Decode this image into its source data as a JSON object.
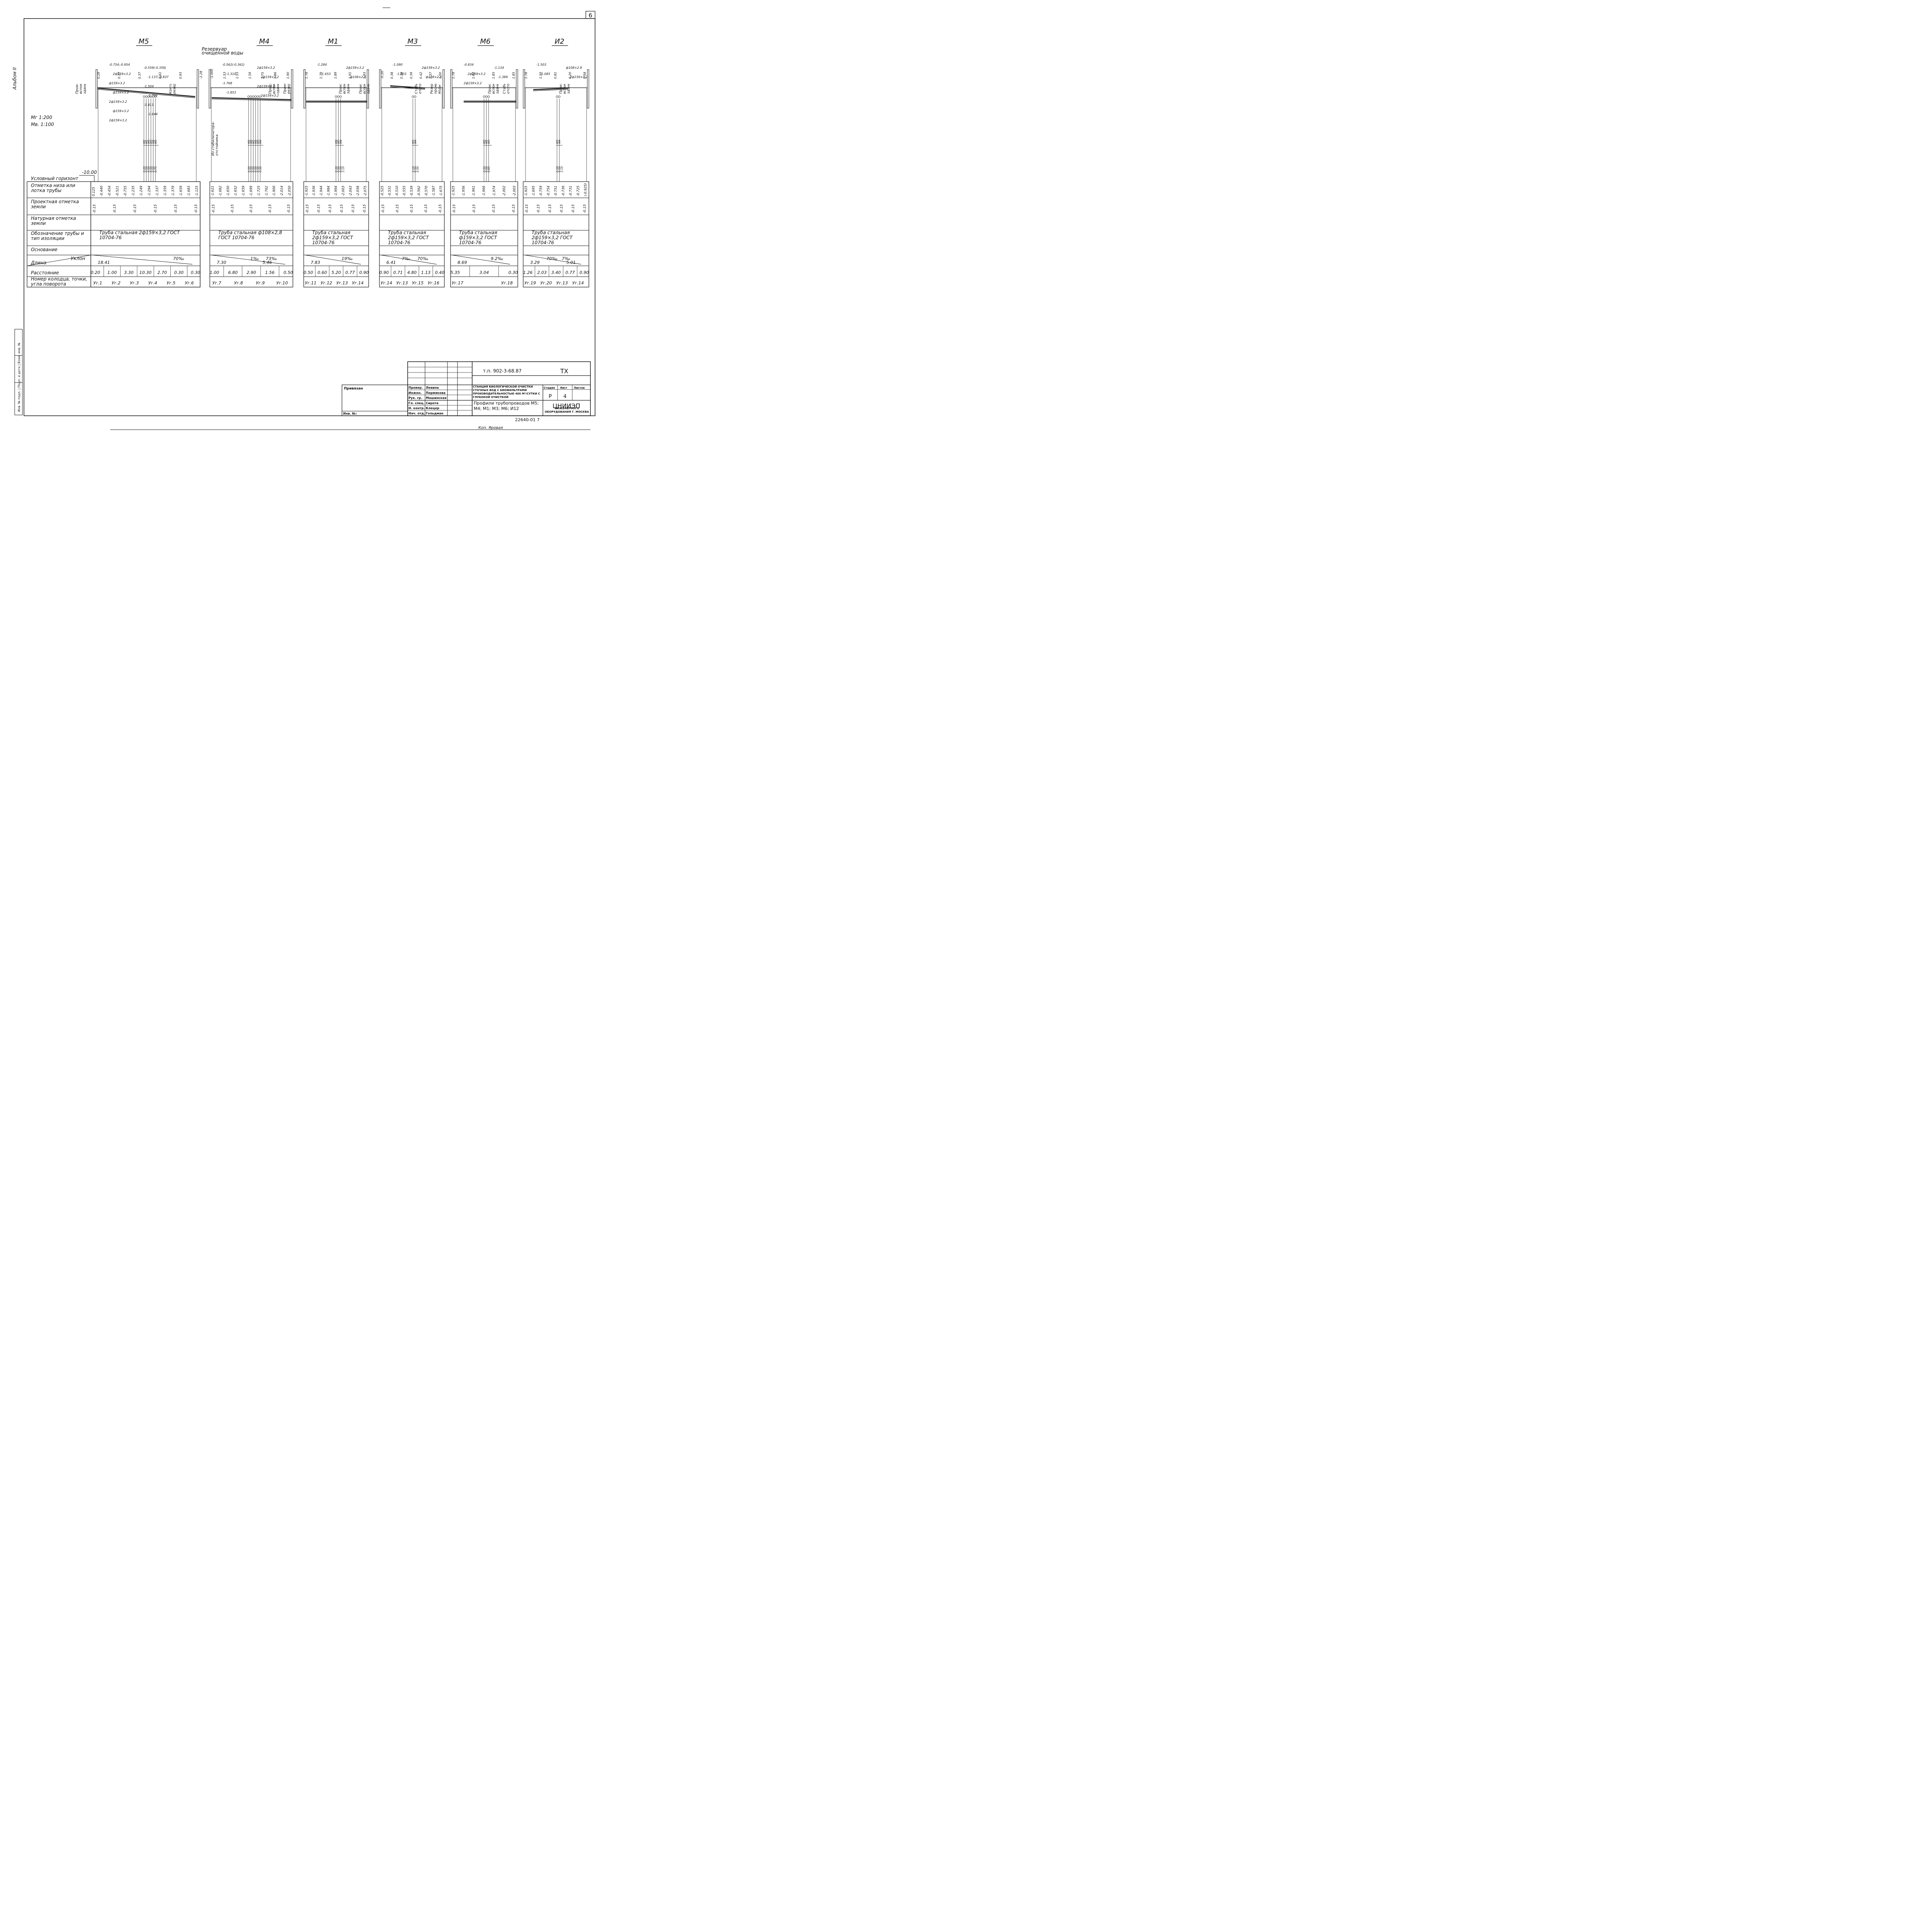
{
  "sheet_number": "6",
  "album_label": "Альбом II",
  "scale": {
    "horizontal": "Мг 1:200",
    "vertical": "Мв. 1:100"
  },
  "datum": {
    "label": "Условный горизонт",
    "value": "-10.00"
  },
  "row_labels": [
    "Отметка низа или лотка трубы",
    "Проектная отметка земли",
    "Натурная отметка земли",
    "Обозначение трубы и тип изоляции",
    "Основание",
    "Длина",
    "Уклон",
    "Расстояние",
    "Номер колодца, точки, угла поворота"
  ],
  "profiles": [
    {
      "id": "M5",
      "title": "М5",
      "buildings": [
        "Производственно-вспомогательное здание",
        "Контактные резервуары"
      ],
      "top_elev": [
        "0.29",
        "0.37",
        "0.37",
        "0.61",
        "0.93",
        "-1.28"
      ],
      "notes": [
        "-0.754;-0.954",
        "-0.559(-0.359)",
        "2ф159×3.2",
        "-1.137;-0.837",
        "ф159×3.2",
        "-1.504",
        "ф159×3.2",
        "-1.766",
        "2ф159×3.2",
        "-1.811",
        "ф159×3.2",
        "-1.844",
        "2ф159×3.2"
      ],
      "pipe_tags": [
        "М2",
        "М1",
        "М5",
        "М3",
        "М9",
        "М5"
      ],
      "depth": [
        "0.20",
        "0.50",
        "0.50",
        "0.50",
        "0.50",
        "0.75"
      ],
      "invert": [
        "0.125",
        "-0.440",
        "-0.454",
        "-0.521",
        "-0.755",
        "-1.235",
        "-1.249",
        "-1.294",
        "-1.337",
        "-1.359",
        "-1.379",
        "-1.659",
        "-1.683",
        "-1.125"
      ],
      "ground": [
        "-0.15",
        "-0.15",
        "-0.15",
        "-0.15",
        "-0.15",
        "-0.15"
      ],
      "pipe": "Труба стальная 2ф159×3,2 ГОСТ 10704-76",
      "lengths": [
        "18.41"
      ],
      "slopes": [
        "70‰"
      ],
      "distances": [
        "0.20",
        "1.00",
        "3.30",
        "10.30",
        "2.70",
        "0.30",
        "0.30"
      ],
      "nodes": [
        "Уг.1",
        "Уг.2",
        "Уг.3",
        "Уг.4",
        "Уг.5",
        "Уг.6"
      ]
    },
    {
      "id": "M4",
      "title": "М4",
      "buildings": [
        "Резервуар очищенной воды",
        "Из стабилизатора-отстойника",
        "Производственно-вспомогательное здание"
      ],
      "top_elev": [
        "-1.000",
        "1.53",
        "1.53",
        "1.59",
        "1.75",
        "1.86",
        "1.90"
      ],
      "notes": [
        "-0.562(-0.362)",
        "2ф159×3.2",
        "-1.310",
        "2ф159×3.2",
        "-1.768",
        "2ф159×3.2",
        "-1.853",
        "2ф159×3.2"
      ],
      "pipe_tags": [
        "М2",
        "М6",
        "М1",
        "М3",
        "М5",
        "М4"
      ],
      "depth": [
        "0.20",
        "0.50",
        "0.50",
        "0.50",
        "0.50",
        "0.50"
      ],
      "invert": [
        "-1.621",
        "-1.682",
        "-1.650",
        "-1.652",
        "-1.659",
        "-1.699",
        "-1.725",
        "-1.762",
        "-1.900",
        "-2.014",
        "-2.050"
      ],
      "ground": [
        "-0.15",
        "-0.15",
        "-0.15",
        "-0.15",
        "-0.15"
      ],
      "pipe": "Труба стальная ф108×2,8 ГОСТ 10704-76",
      "lengths": [
        "7.30",
        "5.46"
      ],
      "slopes": [
        "1‰",
        "73‰"
      ],
      "distances": [
        "1.00",
        "6.80",
        "2.90",
        "1.56",
        "0.50"
      ],
      "nodes": [
        "Уг.7",
        "Уг.8",
        "Уг.9",
        "Уг.10"
      ]
    },
    {
      "id": "M1",
      "title": "М1",
      "buildings": [
        "Приемный резервуар",
        "Производственно-вспомогательное здание"
      ],
      "top_elev": [
        "1.78",
        "1.79",
        "1.89",
        "1.91",
        "1.93"
      ],
      "notes": [
        "-1.284",
        "2ф159×3.2",
        "-1.653",
        "ф108×2.8"
      ],
      "pipe_tags": [
        "М9",
        "М5",
        "М4"
      ],
      "depth": [
        "0.50",
        "0.50",
        "0.50",
        "2.10"
      ],
      "invert": [
        "-1.925",
        "-1.936",
        "-1.944",
        "-1.984",
        "-1.994",
        "-2.003",
        "-2.043",
        "-2.058",
        "-2.075"
      ],
      "ground": [
        "-0.15",
        "-0.15",
        "-0.15",
        "-0.15",
        "-0.15",
        "-0.15"
      ],
      "pipe": "Труба стальная 2ф159×3,2 ГОСТ 10704-76",
      "lengths": [
        "7.83"
      ],
      "slopes": [
        "19‰"
      ],
      "distances": [
        "0.50",
        "0.60",
        "5.20",
        "0.77",
        "0.90"
      ],
      "nodes": [
        "Уг.11",
        "Уг.12",
        "Уг.13",
        "Уг.14"
      ]
    },
    {
      "id": "M3",
      "title": "М3",
      "buildings": [
        "Производственно-вспомогательное здание",
        "Стабилизатор-отстойник"
      ],
      "top_elev": [
        "-0.20",
        "0.38",
        "0.38",
        "0.39",
        "0.42",
        "1.37",
        "1.50"
      ],
      "notes": [
        "-1.090",
        "2ф159×3.2",
        "-1.503",
        "ф108×2.8"
      ],
      "pipe_tags": [
        "М5",
        "М4"
      ],
      "depth": [
        "2.10",
        "0.50",
        "0.50"
      ],
      "invert": [
        "-0.525",
        "-0.531",
        "-0.510",
        "-0.555",
        "-0.539",
        "-0.562",
        "-0.570",
        "-1.587",
        "-1.675"
      ],
      "ground": [
        "-0.15",
        "-0.15",
        "-0.15",
        "-0.15",
        "-0.15"
      ],
      "pipe": "Труба стальная 2ф159×3,2 ГОСТ 10704-76",
      "lengths": [
        "6.41"
      ],
      "slopes": [
        "7‰",
        "70‰"
      ],
      "distances": [
        "0.90",
        "0.71",
        "4.80",
        "1.13",
        "0.40"
      ],
      "nodes": [
        "Уг.14",
        "Уг.13",
        "Уг.15",
        "Уг.16"
      ]
    },
    {
      "id": "M6",
      "title": "М6",
      "buildings": [
        "Резервуар промывной воды",
        "Производственно-вспомогательное здание"
      ],
      "top_elev": [
        "1.78",
        "1.82",
        "1.85",
        "1.85"
      ],
      "notes": [
        "-0.834",
        "-1.134",
        "2ф159×3.2",
        "-1.389",
        "2ф159×3.2"
      ],
      "pipe_tags": [
        "М2",
        "М5",
        "М3"
      ],
      "depth": [
        "0.50",
        "0.50",
        "0.85"
      ],
      "invert": [
        "-1.925",
        "-1.956",
        "-1.961",
        "-1.966",
        "-1.974",
        "-2.002",
        "-2.003"
      ],
      "ground": [
        "-0.15",
        "-0.15",
        "-0.15",
        "-0.15"
      ],
      "pipe": "Труба стальная ф159×3,2 ГОСТ 10704-76",
      "lengths": [
        "8.69"
      ],
      "slopes": [
        "9.2‰"
      ],
      "distances": [
        "5.35",
        "3.04",
        "0.30"
      ],
      "nodes": [
        "Уг.17",
        "Уг.18"
      ]
    },
    {
      "id": "I2",
      "title": "И2",
      "buildings": [
        "Стабилизатор-отстойник",
        "Производственно-вспомогательное здание"
      ],
      "top_elev": [
        "1.78",
        "1.55",
        "0.81",
        "0.20",
        "0.58"
      ],
      "notes": [
        "-1.503",
        "ф108×2.8",
        "-1.085",
        "2ф159×3.2"
      ],
      "pipe_tags": [
        "М5",
        "М4"
      ],
      "depth": [
        "0.58",
        "0.50",
        "2.10"
      ],
      "invert": [
        "-1.925",
        "-1.695",
        "-0.759",
        "-0.754",
        "-0.751",
        "-0.736",
        "-0.731",
        "-0.725",
        "(-0.925)"
      ],
      "ground": [
        "-0.15",
        "-0.15",
        "-0.15",
        "-0.15",
        "-0.15",
        "-0.15"
      ],
      "pipe": "Труба стальная 2ф159×3,2 ГОСТ 10704-76",
      "lengths": [
        "3.29",
        "5.01"
      ],
      "slopes": [
        "70‰",
        "7‰"
      ],
      "distances": [
        "1.26",
        "2.03",
        "3.40",
        "0.77",
        "0.90"
      ],
      "nodes": [
        "Уг.19",
        "Уг.20",
        "Уг.13",
        "Уг.14"
      ]
    }
  ],
  "title_block": {
    "code": "т.п. 902-3-68.87",
    "mark": "ТХ",
    "project": "Станция биологической очистки сточных вод с биофильтрами производительностью 400 м³/сутки с глубокой очисткой",
    "drawing_title": "Профили трубопроводов М5; М4; М1; М3; М6; И12",
    "stage_label": "Стадия",
    "sheet_label": "Лист",
    "sheets_label": "Листов",
    "stage": "Р",
    "sheet": "4",
    "sheets": "",
    "org": "ЦНИИЭП",
    "org_sub": "инженерного оборудования г. Москва",
    "linked": "Привязан",
    "inv": "Инв. №:",
    "roles": [
      "Провер.",
      "Инжен.",
      "Рук. гр.",
      "Гл. спец.",
      "Н. контр.",
      "Нач. отд."
    ],
    "names": [
      "Левина",
      "Пермякова",
      "Машинская",
      "Сирота",
      "Клецер",
      "Гольдман"
    ]
  },
  "doc_number": "22640-01 7",
  "copied_by": "Коп. Яровая",
  "margin_stamp": "Инв. № подл. | Подп. и дата | Взам. инв. №"
}
